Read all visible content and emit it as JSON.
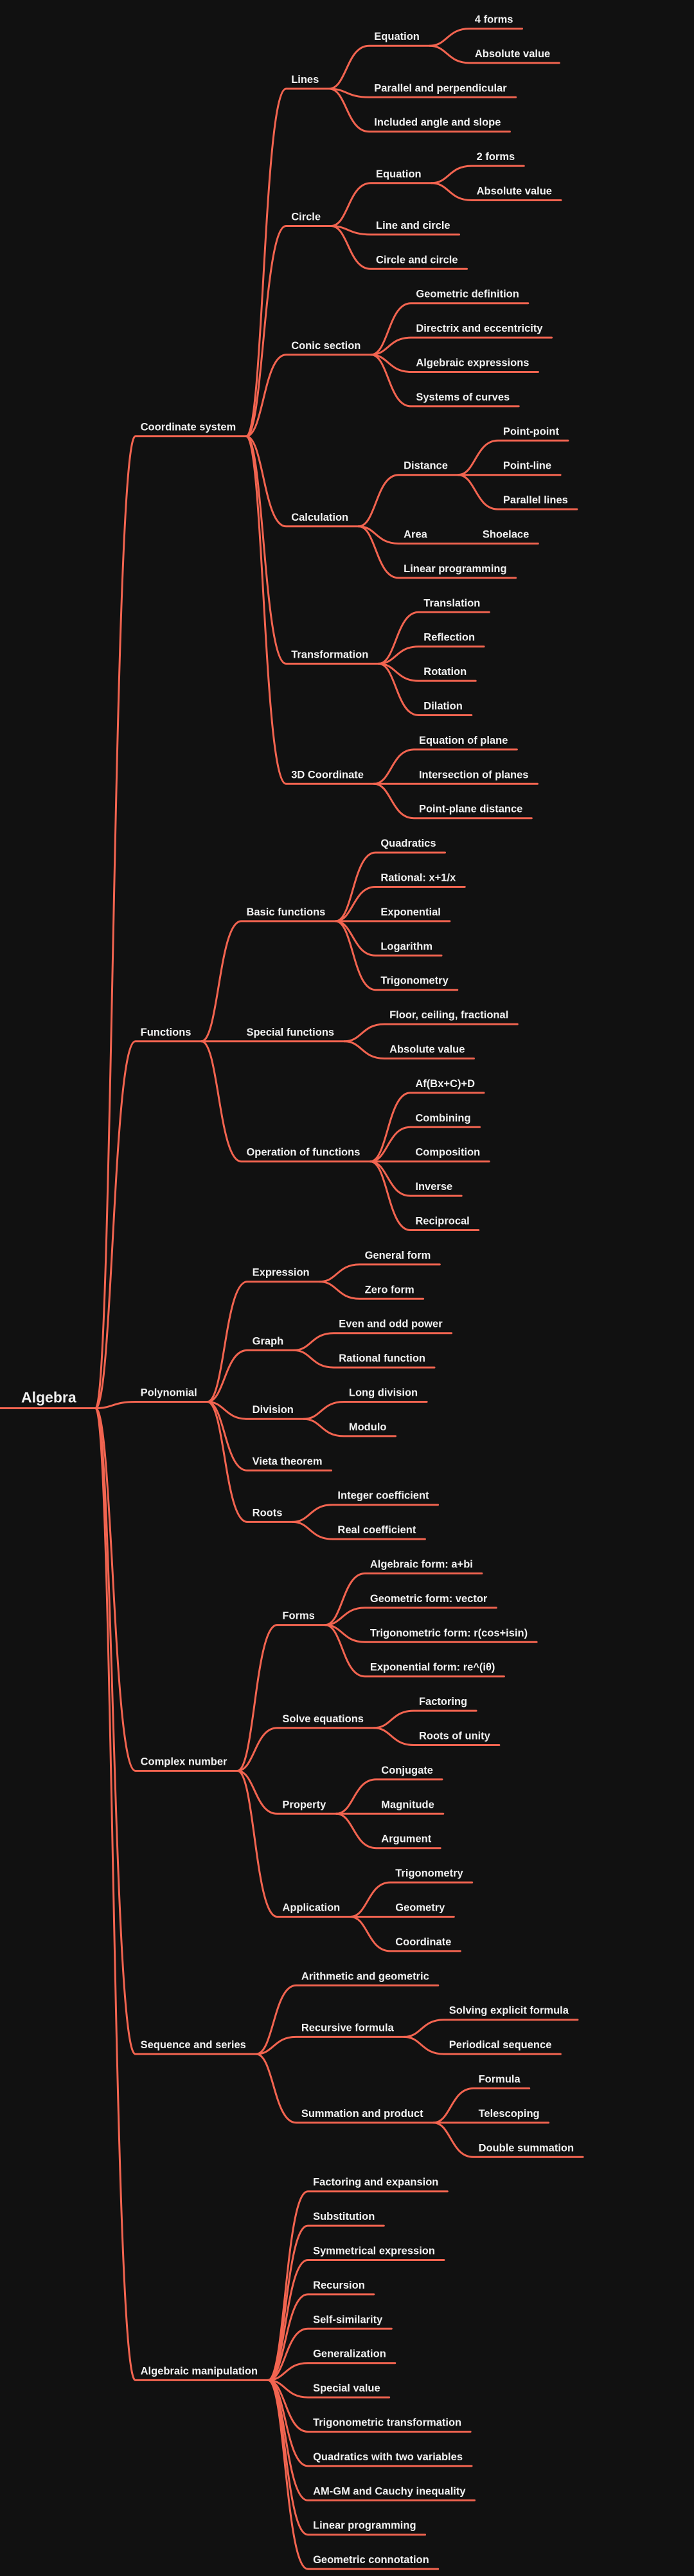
{
  "colors": {
    "background": "#111111",
    "branch": "#f26450",
    "text": "#f2f2f2"
  },
  "mindmap": {
    "label": "Algebra",
    "children": [
      {
        "label": "Coordinate system",
        "children": [
          {
            "label": "Lines",
            "children": [
              {
                "label": "Equation",
                "children": [
                  {
                    "label": "4 forms"
                  },
                  {
                    "label": "Absolute value"
                  }
                ]
              },
              {
                "label": "Parallel and perpendicular"
              },
              {
                "label": "Included angle and slope"
              }
            ]
          },
          {
            "label": "Circle",
            "children": [
              {
                "label": "Equation",
                "children": [
                  {
                    "label": "2 forms"
                  },
                  {
                    "label": "Absolute value"
                  }
                ]
              },
              {
                "label": "Line and circle"
              },
              {
                "label": "Circle and circle"
              }
            ]
          },
          {
            "label": "Conic section",
            "children": [
              {
                "label": "Geometric definition"
              },
              {
                "label": "Directrix and eccentricity"
              },
              {
                "label": "Algebraic expressions"
              },
              {
                "label": "Systems of curves"
              }
            ]
          },
          {
            "label": "Calculation",
            "children": [
              {
                "label": "Distance",
                "children": [
                  {
                    "label": "Point-point"
                  },
                  {
                    "label": "Point-line"
                  },
                  {
                    "label": "Parallel lines"
                  }
                ]
              },
              {
                "label": "Area",
                "children": [
                  {
                    "label": "Shoelace"
                  }
                ]
              },
              {
                "label": "Linear programming"
              }
            ]
          },
          {
            "label": "Transformation",
            "children": [
              {
                "label": "Translation"
              },
              {
                "label": "Reflection"
              },
              {
                "label": "Rotation"
              },
              {
                "label": "Dilation"
              }
            ]
          },
          {
            "label": "3D Coordinate",
            "children": [
              {
                "label": "Equation of plane"
              },
              {
                "label": "Intersection of planes"
              },
              {
                "label": "Point-plane distance"
              }
            ]
          }
        ]
      },
      {
        "label": "Functions",
        "children": [
          {
            "label": "Basic functions",
            "children": [
              {
                "label": "Quadratics"
              },
              {
                "label": "Rational: x+1/x"
              },
              {
                "label": "Exponential"
              },
              {
                "label": "Logarithm"
              },
              {
                "label": "Trigonometry"
              }
            ]
          },
          {
            "label": "Special functions",
            "children": [
              {
                "label": "Floor, ceiling, fractional"
              },
              {
                "label": "Absolute value"
              }
            ]
          },
          {
            "label": "Operation of functions",
            "children": [
              {
                "label": "Af(Bx+C)+D"
              },
              {
                "label": "Combining"
              },
              {
                "label": "Composition"
              },
              {
                "label": "Inverse"
              },
              {
                "label": "Reciprocal"
              }
            ]
          }
        ]
      },
      {
        "label": "Polynomial",
        "children": [
          {
            "label": "Expression",
            "children": [
              {
                "label": "General form"
              },
              {
                "label": "Zero form"
              }
            ]
          },
          {
            "label": "Graph",
            "children": [
              {
                "label": "Even and odd power"
              },
              {
                "label": "Rational function"
              }
            ]
          },
          {
            "label": "Division",
            "children": [
              {
                "label": "Long division"
              },
              {
                "label": "Modulo"
              }
            ]
          },
          {
            "label": "Vieta theorem"
          },
          {
            "label": "Roots",
            "children": [
              {
                "label": "Integer coefficient"
              },
              {
                "label": "Real coefficient"
              }
            ]
          }
        ]
      },
      {
        "label": "Complex number",
        "children": [
          {
            "label": "Forms",
            "children": [
              {
                "label": "Algebraic form: a+bi"
              },
              {
                "label": "Geometric form: vector"
              },
              {
                "label": "Trigonometric form: r(cos+isin)"
              },
              {
                "label": "Exponential form: re^(iθ)"
              }
            ]
          },
          {
            "label": "Solve equations",
            "children": [
              {
                "label": "Factoring"
              },
              {
                "label": "Roots of unity"
              }
            ]
          },
          {
            "label": "Property",
            "children": [
              {
                "label": "Conjugate"
              },
              {
                "label": "Magnitude"
              },
              {
                "label": "Argument"
              }
            ]
          },
          {
            "label": "Application",
            "children": [
              {
                "label": "Trigonometry"
              },
              {
                "label": "Geometry"
              },
              {
                "label": "Coordinate"
              }
            ]
          }
        ]
      },
      {
        "label": "Sequence and series",
        "children": [
          {
            "label": "Arithmetic and geometric"
          },
          {
            "label": "Recursive formula",
            "children": [
              {
                "label": "Solving explicit formula"
              },
              {
                "label": "Periodical sequence"
              }
            ]
          },
          {
            "label": "Summation and product",
            "children": [
              {
                "label": "Formula"
              },
              {
                "label": "Telescoping"
              },
              {
                "label": "Double summation"
              }
            ]
          }
        ]
      },
      {
        "label": "Algebraic manipulation",
        "children": [
          {
            "label": "Factoring and expansion"
          },
          {
            "label": "Substitution"
          },
          {
            "label": "Symmetrical expression"
          },
          {
            "label": "Recursion"
          },
          {
            "label": "Self-similarity"
          },
          {
            "label": "Generalization"
          },
          {
            "label": "Special value"
          },
          {
            "label": "Trigonometric transformation"
          },
          {
            "label": "Quadratics with two variables"
          },
          {
            "label": "AM-GM and Cauchy inequality"
          },
          {
            "label": "Linear programming"
          },
          {
            "label": "Geometric connotation"
          }
        ]
      }
    ]
  }
}
